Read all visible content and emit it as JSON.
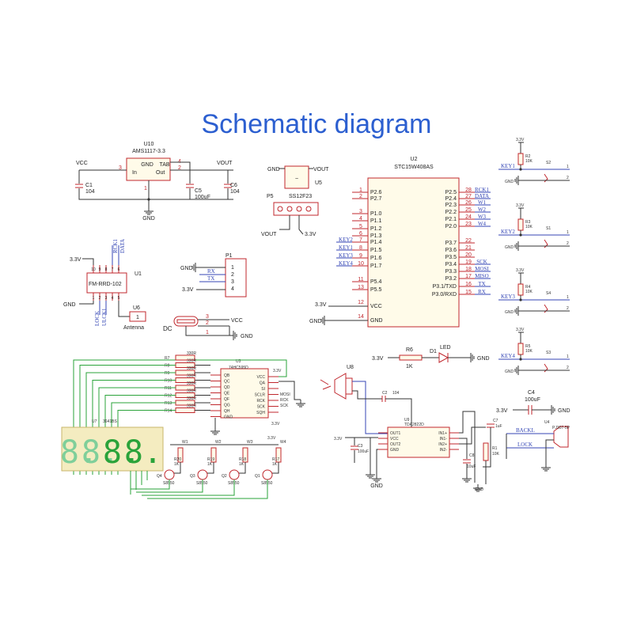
{
  "title": "Schematic diagram",
  "colors": {
    "wire": "#333333",
    "part": "#c0272d",
    "net": "#3446b5",
    "green": "#2aa33a",
    "title": "#2c5fd0",
    "seg": "#f4ecc0"
  },
  "regulator": {
    "ref": "U10",
    "part": "AMS1117-3.3",
    "gnd": "GND",
    "tab": "TAB",
    "in": "In",
    "out": "Out",
    "pin3": "3",
    "pin4": "4",
    "pin2": "2",
    "pin1": "1",
    "vcc": "VCC",
    "vout": "VOUT",
    "gnd_label": "GND",
    "c1": "C1",
    "c1v": "104",
    "c5": "C5",
    "c5v": "100uF",
    "c6": "C6",
    "c6v": "104"
  },
  "u5": {
    "ref": "U5",
    "part": "SS12F23",
    "p5": "P5",
    "gnd": "GND",
    "vout": "VOUT",
    "vout2": "VOUT",
    "v33": "3.3V"
  },
  "mcu": {
    "ref": "U2",
    "part": "STC15W408AS",
    "left_pins": [
      {
        "num": "1",
        "name": "P2.6",
        "net": ""
      },
      {
        "num": "2",
        "name": "P2.7",
        "net": ""
      },
      {
        "num": "3",
        "name": "P1.0",
        "net": ""
      },
      {
        "num": "4",
        "name": "P1.1",
        "net": ""
      },
      {
        "num": "5",
        "name": "P1.2",
        "net": ""
      },
      {
        "num": "6",
        "name": "P1.3",
        "net": ""
      },
      {
        "num": "7",
        "name": "P1.4",
        "net": "KEY2"
      },
      {
        "num": "8",
        "name": "P1.5",
        "net": "KEY1"
      },
      {
        "num": "9",
        "name": "P1.6",
        "net": "KEY3"
      },
      {
        "num": "10",
        "name": "P1.7",
        "net": "KEY4"
      },
      {
        "num": "11",
        "name": "P5.4",
        "net": ""
      },
      {
        "num": "13",
        "name": "P5.5",
        "net": ""
      }
    ],
    "right_pins": [
      {
        "num": "28",
        "name": "P2.5",
        "net": "RCK1"
      },
      {
        "num": "27",
        "name": "P2.4",
        "net": "DATA"
      },
      {
        "num": "26",
        "name": "P2.3",
        "net": "W1"
      },
      {
        "num": "25",
        "name": "P2.2",
        "net": "W2"
      },
      {
        "num": "24",
        "name": "P2.1",
        "net": "W3"
      },
      {
        "num": "23",
        "name": "P2.0",
        "net": "W4"
      },
      {
        "num": "22",
        "name": "P3.7",
        "net": ""
      },
      {
        "num": "21",
        "name": "P3.6",
        "net": ""
      },
      {
        "num": "20",
        "name": "P3.5",
        "net": ""
      },
      {
        "num": "19",
        "name": "P3.4",
        "net": "SCK"
      },
      {
        "num": "18",
        "name": "P3.3",
        "net": "MOSI"
      },
      {
        "num": "17",
        "name": "P3.2",
        "net": "MISO"
      },
      {
        "num": "16",
        "name": "P3.1/TXD",
        "net": "TX"
      },
      {
        "num": "15",
        "name": "P3.0/RXD",
        "net": "RX"
      }
    ],
    "vcc_num": "12",
    "vcc": "VCC",
    "gnd_num": "14",
    "gnd": "GND",
    "v33": "3.3V",
    "gnd_label": "GND"
  },
  "rf": {
    "ref": "U1",
    "part": "FM-RRD-102",
    "v33": "3.3V",
    "gnd": "GND",
    "rck": "RCK1",
    "data": "DATA",
    "lock": "LOCK",
    "unlock": "ULCK1",
    "u6": "U6",
    "antenna": "Antenna",
    "pin1": "1",
    "top_pins": [
      "10",
      "9",
      "8",
      "7",
      "6"
    ],
    "bot_pins": [
      "1",
      "2",
      "3",
      "4",
      "5"
    ]
  },
  "p1": {
    "ref": "P1",
    "gnd": "GND",
    "rx": "RX",
    "tx": "TX",
    "v33": "3.3V",
    "pins": [
      "1",
      "2",
      "3",
      "4"
    ]
  },
  "dc": {
    "label": "DC",
    "vcc": "VCC",
    "gnd": "GND",
    "pins": [
      "3",
      "2",
      "1"
    ]
  },
  "keys": [
    {
      "v": "3.3V",
      "r": "R2",
      "rv": "10K",
      "net": "KEY1",
      "sw": "S2",
      "gnd": "GND"
    },
    {
      "v": "3.3V",
      "r": "R3",
      "rv": "10K",
      "net": "KEY2",
      "sw": "S1",
      "gnd": "GND"
    },
    {
      "v": "3.3V",
      "r": "R4",
      "rv": "10K",
      "net": "KEY3",
      "sw": "S4",
      "gnd": "GND"
    },
    {
      "v": "3.3V",
      "r": "R5",
      "rv": "10K",
      "net": "KEY4",
      "sw": "S3",
      "gnd": "GND"
    }
  ],
  "led": {
    "v33": "3.3V",
    "r": "R6",
    "rv": "1K",
    "d": "D1",
    "name": "LED",
    "gnd": "GND"
  },
  "c4": {
    "v33": "3.3V",
    "ref": "C4",
    "val": "100uF",
    "gnd": "GND"
  },
  "shift": {
    "ref": "U3",
    "part": "74HC595D",
    "left": [
      "QB",
      "QC",
      "QD",
      "QE",
      "QF",
      "QG",
      "QH",
      "GND"
    ],
    "right": [
      "VCC",
      "QA",
      "SI",
      "SCLR",
      "RCK",
      "SCK",
      "SQH"
    ],
    "resistors": [
      "R7",
      "R8",
      "R9",
      "R10",
      "R11",
      "R12",
      "R13",
      "R14"
    ],
    "rv": "330R",
    "mosi": "MOSI",
    "rck": "RCK",
    "sck": "SCK",
    "v5": "3.3V",
    "v33": "3.3V"
  },
  "display": {
    "ref": "U7",
    "part": "3641BS",
    "digits": [
      "8.",
      "8.",
      "8.",
      "8."
    ]
  },
  "drivers": [
    {
      "r": "R20",
      "rv": "1K",
      "q": "Q4",
      "qp": "S8550",
      "w": "W1"
    },
    {
      "r": "R19",
      "rv": "1K",
      "q": "Q3",
      "qp": "S8550",
      "w": "W2"
    },
    {
      "r": "R18",
      "rv": "1K",
      "q": "Q2",
      "qp": "S8550",
      "w": "W3"
    },
    {
      "r": "R17",
      "rv": "1K",
      "q": "Q1",
      "qp": "S8550",
      "w": "W4"
    }
  ],
  "drv_v33": "3.3V",
  "amp": {
    "speaker": "U8",
    "c2": "C2",
    "c2v": "104",
    "ref": "U9",
    "part": "TDA2822D",
    "v33": "3.3V",
    "c3": "C3",
    "c3v": "100uF",
    "left": [
      "OUT1",
      "VCC",
      "OUT2",
      "GND"
    ],
    "right": [
      "IN1+",
      "IN1-",
      "IN2+",
      "IN2-"
    ],
    "c7": "C7",
    "c7v": "1uF",
    "c8": "C8",
    "c8v": "10uF",
    "r": "R1",
    "rv": "10K",
    "gnd": "GND",
    "jack": "U4",
    "jackp": "PJ307-5P",
    "backl": "BACKL",
    "lock": "LOCK"
  }
}
